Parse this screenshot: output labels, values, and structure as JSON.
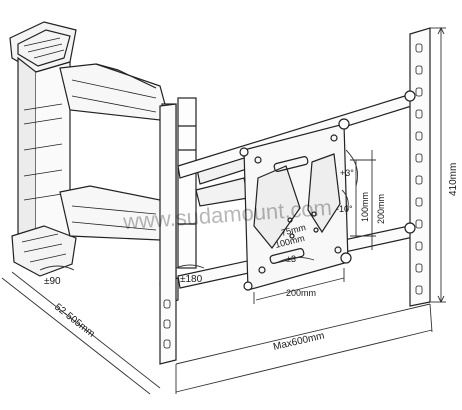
{
  "labels": {
    "watermark": "www.sudamount.com",
    "rot_wall": "±90",
    "rot_elbow": "±180",
    "rot_plate": "±3",
    "tilt": "+3°",
    "tilt_neg": "-10°",
    "dim_75": "75mm",
    "dim_100": "100mm",
    "dim_v100": "100mm",
    "dim_v200": "200mm",
    "dim_h200": "200mm",
    "dim_height": "410mm",
    "dim_extension": "52-505mm",
    "dim_width": "Max600mm"
  }
}
